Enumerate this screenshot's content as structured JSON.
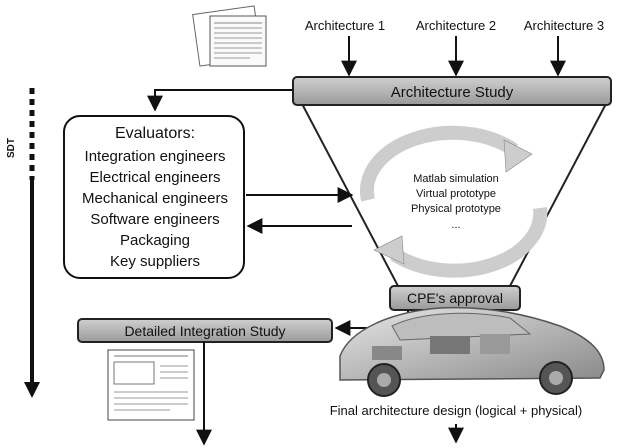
{
  "diagram": {
    "inputs": [
      "Architecture 1",
      "Architecture 2",
      "Architecture 3"
    ],
    "study_title": "Architecture Study",
    "side_label": "SDT",
    "evaluators": {
      "heading": "Evaluators:",
      "items": [
        "Integration engineers",
        "Electrical engineers",
        "Mechanical engineers",
        "Software engineers",
        "Packaging",
        "Key suppliers"
      ]
    },
    "methods": [
      "Matlab simulation",
      "Virtual prototype",
      "Physical prototype",
      "..."
    ],
    "approval": "CPE's approval",
    "detailed_study": "Detailed Integration Study",
    "final_design": "Final architecture design (logical + physical)"
  },
  "colors": {
    "box_fill": "#b7b7b7",
    "box_stroke": "#222222",
    "line": "#111111",
    "cycle_arrow": "#d0d0d0"
  },
  "icons": [
    "document-icon",
    "car-cutaway-image",
    "integration-sheet-icon"
  ]
}
